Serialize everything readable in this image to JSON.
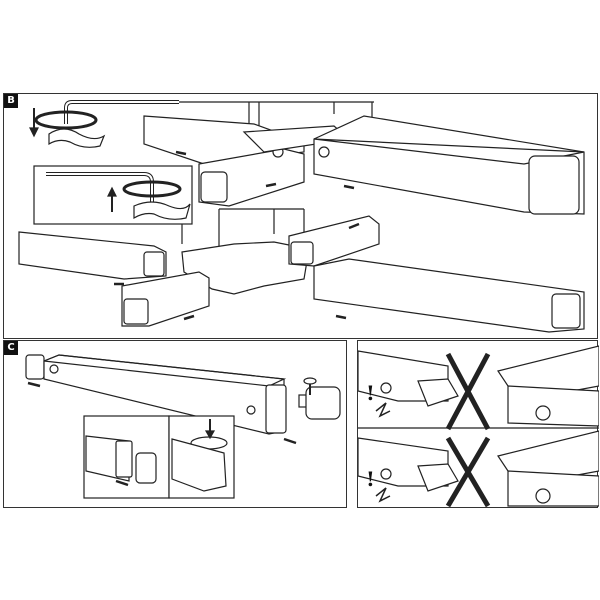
{
  "panels": {
    "b": {
      "label": "B"
    },
    "c": {
      "label": "C"
    },
    "warning": {
      "symbol": "!",
      "icons": [
        "ground-symbol",
        "lightning-hazard",
        "cross-mark"
      ]
    }
  },
  "colors": {
    "line": "#222222",
    "fill": "#ffffff",
    "badge": "#111111"
  }
}
